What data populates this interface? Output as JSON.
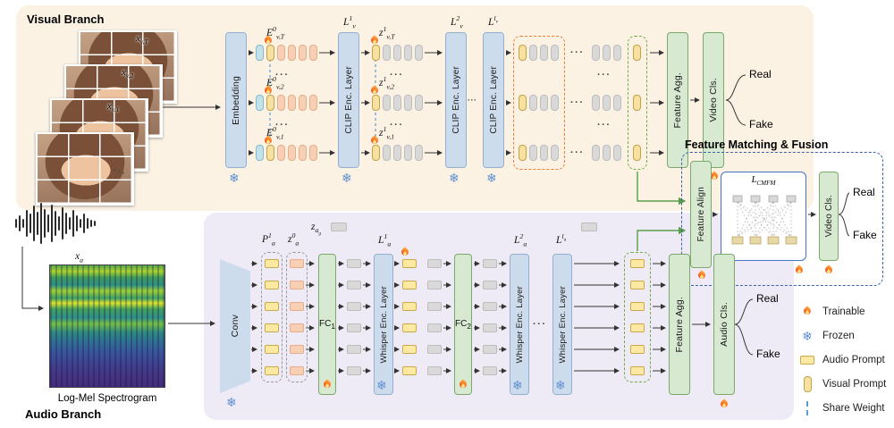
{
  "colors": {
    "visual_bg": "#fbf2e4",
    "audio_bg": "#eeebf6",
    "encoder_box": "#cddcec",
    "head_box": "#d8e9d2",
    "patch_token": "#f6cfb5",
    "feature_token": "#d9d9d9",
    "prompt_token": "#f7e1a0",
    "orange_dash": "#ed7d31",
    "green_dash": "#70ad47",
    "fusion_blue": "#4472c4"
  },
  "visual": {
    "title": "Visual Branch",
    "frames": {
      "t": "x<sub>v,T</sub>",
      "f2": "x<sub>v,2</sub>",
      "f1": "x<sub>v,1</sub>"
    },
    "embedding": "Embedding",
    "clip_layer": "CLIP Enc. Layer",
    "layers": {
      "l1": "L<sup>1</sup><sub>v</sub>",
      "l2": "L<sup>2</sup><sub>v</sub>",
      "ll": "L<sup>l<sub>v</sub></sup>"
    },
    "e_tokens": {
      "t": "E<sup>0</sup><sub>v,T</sub>",
      "f2": "E<sup>0</sup><sub>v,2</sub>",
      "f1": "E<sup>0</sup><sub>v,1</sub>"
    },
    "z_tokens": {
      "t": "z<sup>1</sup><sub>v,T</sub>",
      "f2": "z<sup>1</sup><sub>v,2</sub>",
      "f1": "z<sup>1</sup><sub>v,1</sub>"
    },
    "feature_agg": "Feature Agg.",
    "video_cls": "Video Cls.",
    "real": "Real",
    "fake": "Fake"
  },
  "fusion": {
    "title": "Feature Matching & Fusion",
    "feature_align": "Feature Align",
    "loss": "L<sub>CMFM</sub>",
    "video_cls": "Video Cls.",
    "real": "Real",
    "fake": "Fake"
  },
  "audio": {
    "title": "Audio Branch",
    "x_a": "x<sub>a</sub>",
    "spectrogram_label": "Log-Mel Spectrogram",
    "conv": "Conv",
    "p1": "P<sup>1</sup><sub>a</sub>",
    "z0": "z<sup>0</sup><sub>a</sub>",
    "zag": "z<sub>a<sub>g</sub></sub>",
    "fc1": "FC<sub>1</sub>",
    "fc2": "FC<sub>2</sub>",
    "whisper_layer": "Whisper Enc. Layer",
    "layers": {
      "l1": "L<sup>1</sup><sub>a</sub>",
      "l2": "L<sup>2</sup><sub>a</sub>",
      "ll": "L<sup>l<sub>a</sub></sup>"
    },
    "feature_agg": "Feature Agg.",
    "audio_cls": "Audio Cls.",
    "real": "Real",
    "fake": "Fake"
  },
  "legend": {
    "items": [
      {
        "icon": "flame-icon",
        "label": "Trainable"
      },
      {
        "icon": "snowflake-icon",
        "label": "Frozen"
      },
      {
        "icon": "audio-prompt-swatch",
        "label": "Audio Prompt"
      },
      {
        "icon": "visual-prompt-swatch",
        "label": "Visual Prompt"
      },
      {
        "icon": "dashed-line-icon",
        "label": "Share Weight"
      }
    ]
  },
  "misc": {
    "hdots": "···"
  }
}
